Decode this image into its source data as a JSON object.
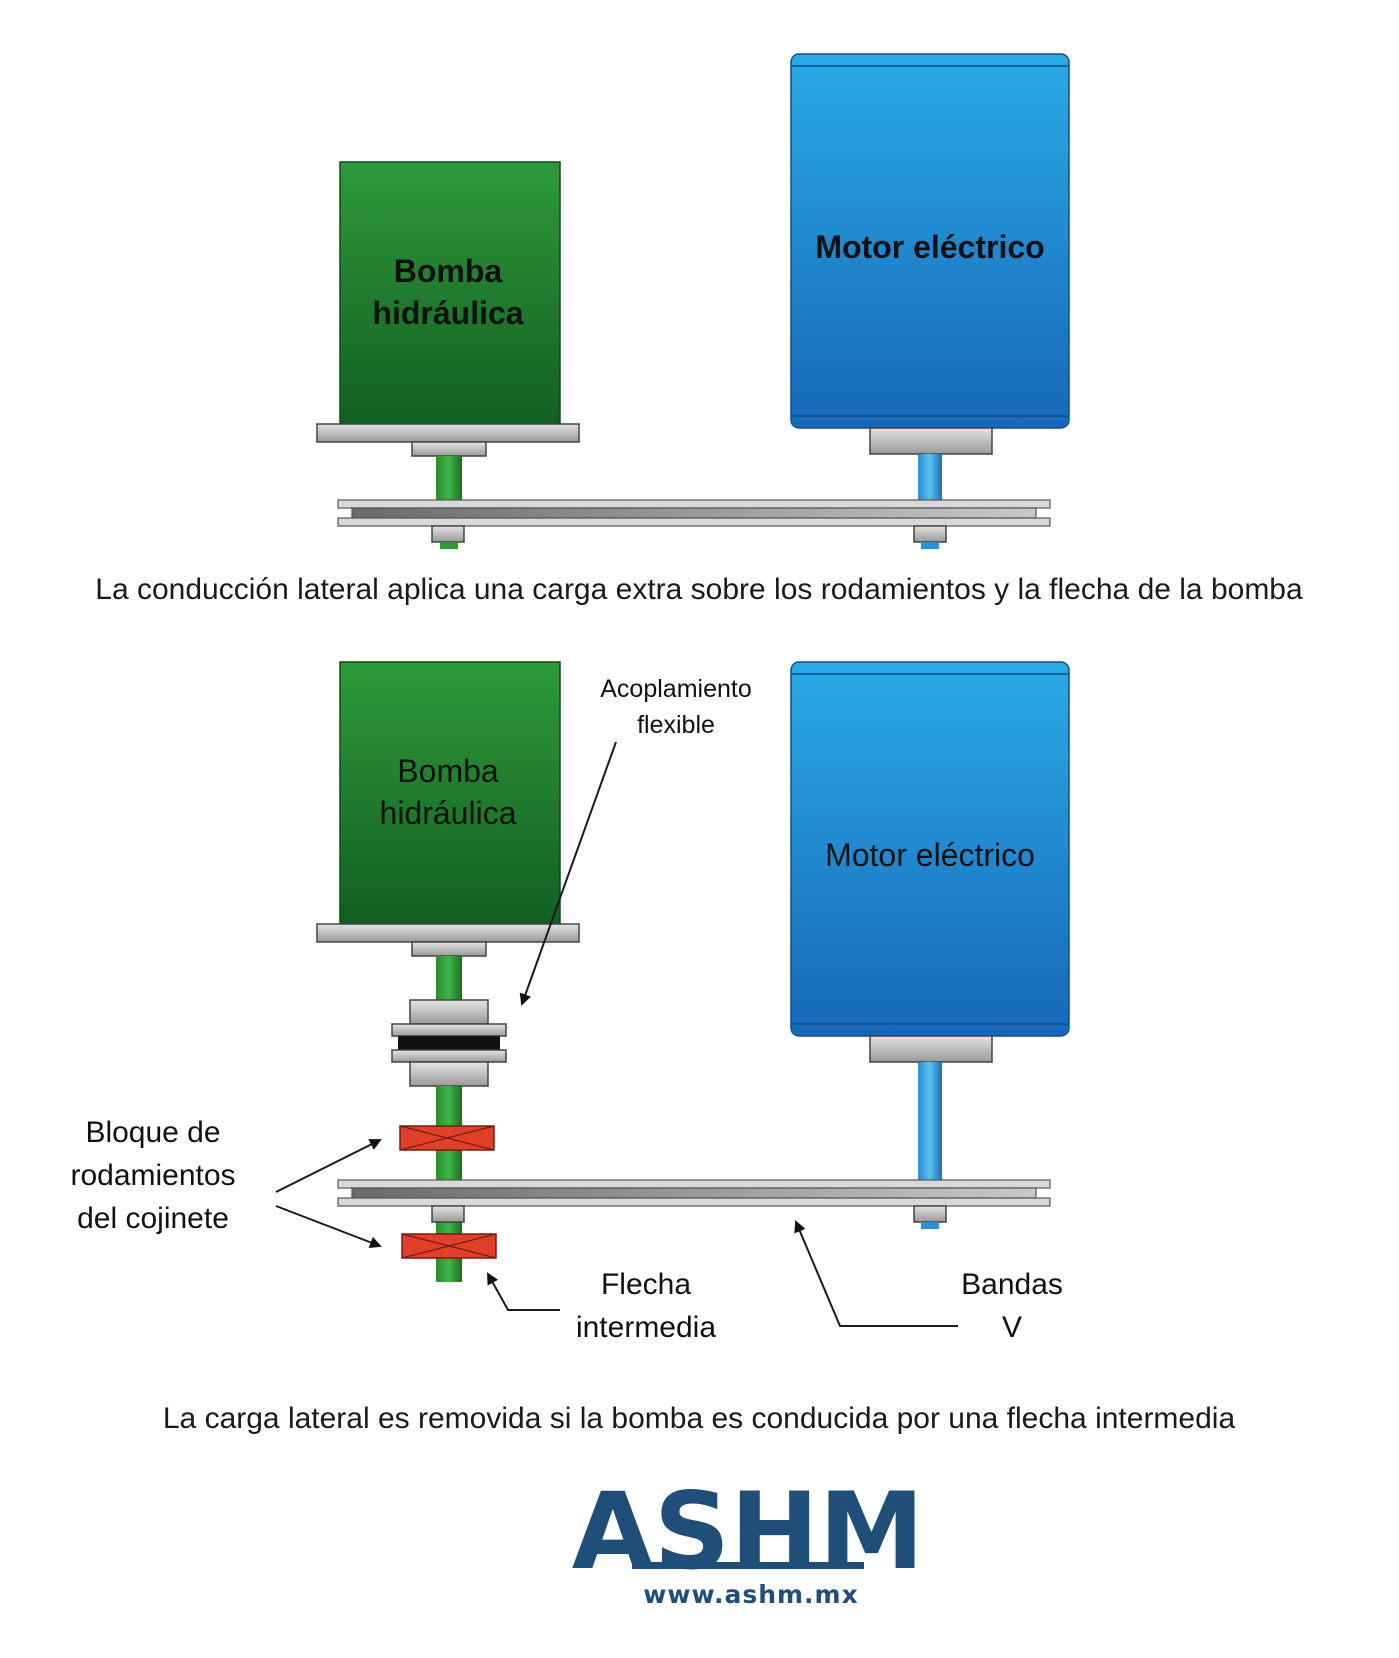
{
  "diagram1": {
    "pump_label_line1": "Bomba",
    "pump_label_line2": "hidráulica",
    "motor_label": "Motor eléctrico",
    "caption": "La conducción lateral aplica una carga extra sobre los rodamientos y la flecha de la bomba"
  },
  "diagram2": {
    "pump_label_line1": "Bomba",
    "pump_label_line2": "hidráulica",
    "motor_label": "Motor eléctrico",
    "coupling_label_line1": "Acoplamiento",
    "coupling_label_line2": "flexible",
    "bearing_label_line1": "Bloque de",
    "bearing_label_line2": "rodamientos",
    "bearing_label_line3": "del cojinete",
    "shaft_label_line1": "Flecha",
    "shaft_label_line2": "intermedia",
    "belts_label_line1": "Bandas",
    "belts_label_line2": "V",
    "caption": "La carga lateral es removida si la bomba es conducida por una flecha intermedia"
  },
  "logo": {
    "brand": "ASHM",
    "url": "www.ashm.mx"
  },
  "colors": {
    "pump": "#1a7a2a",
    "motor": "#2a8fd6",
    "bearing": "#e0402a",
    "brand": "#1f4e79"
  }
}
